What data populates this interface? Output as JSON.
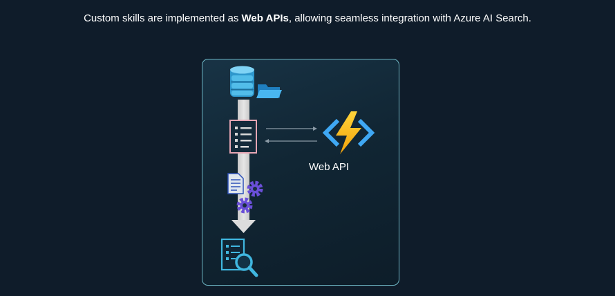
{
  "caption": {
    "prefix": "Custom skills are implemented as ",
    "emphasis": "Web APIs",
    "suffix": ", allowing seamless integration with Azure AI Search."
  },
  "diagram": {
    "web_api_label": "Web API",
    "icons": [
      "database-icon",
      "folder-icon",
      "skillset-document-icon",
      "azure-function-icon",
      "document-icon",
      "gear-icon",
      "search-index-icon"
    ],
    "colors": {
      "background": "#0f1c2a",
      "panel_border": "#6fb8c6",
      "pipeline": "#d9d9d9",
      "database": "#4fb7e3",
      "folder": "#3aa9e8",
      "skillset_border": "#e6a6b4",
      "bolt": "#f7c11a",
      "chevrons": "#3fa8f4",
      "gear": "#6a4fd8",
      "index_doc": "#40b7e0"
    }
  }
}
